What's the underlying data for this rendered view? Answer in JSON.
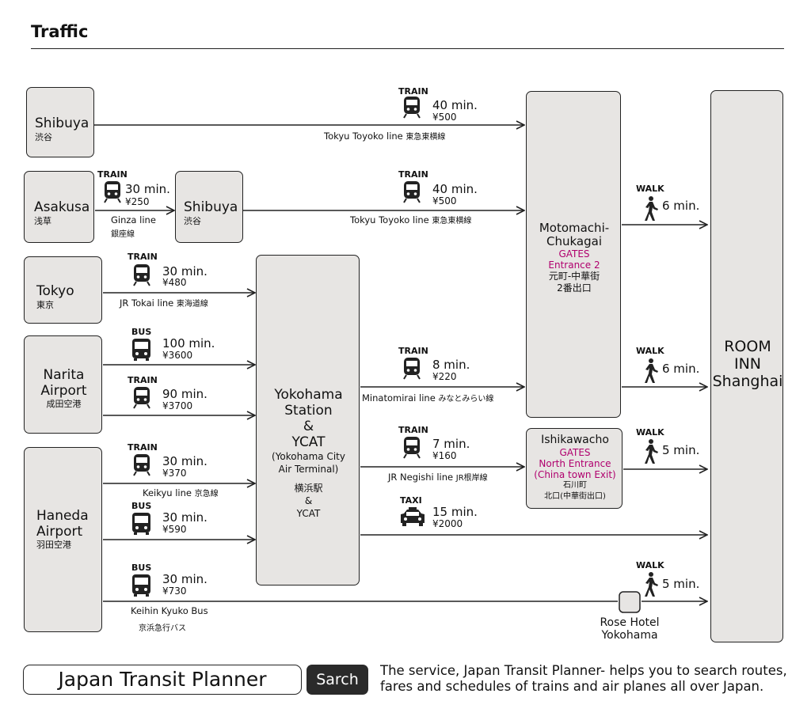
{
  "page": {
    "title": "Traffic"
  },
  "origins": {
    "shibuya": {
      "en": "Shibuya",
      "jp": "渋谷"
    },
    "asakusa": {
      "en": "Asakusa",
      "jp": "浅草"
    },
    "shibuya2": {
      "en": "Shibuya",
      "jp": "渋谷"
    },
    "tokyo": {
      "en": "Tokyo",
      "jp": "東京"
    },
    "narita": {
      "en1": "Narita",
      "en2": "Airport",
      "jp": "成田空港"
    },
    "haneda": {
      "en1": "Haneda",
      "en2": "Airport",
      "jp": "羽田空港"
    }
  },
  "hubs": {
    "yokohama": {
      "l1": "Yokohama",
      "l2": "Station",
      "l3": "&",
      "l4": "YCAT",
      "sub1": "(Yokohama City",
      "sub2": "Air Terminal)",
      "jp1": "横浜駅",
      "jp2": "&",
      "jp3": "YCAT"
    },
    "motomachi": {
      "l1": "Motomachi-",
      "l2": "Chukagai",
      "gates": "GATES",
      "entrance": "Entrance 2",
      "jp1": "元町-中華街",
      "jp2": "2番出口"
    },
    "ishikawacho": {
      "name": "Ishikawacho",
      "gates": "GATES",
      "entrance1": "North Entrance",
      "entrance2": "(China town Exit)",
      "jp1": "石川町",
      "jp2": "北口(中華街出口)"
    },
    "rose": {
      "l1": "Rose Hotel",
      "l2": "Yokohama"
    },
    "destination": {
      "l1": "ROOM",
      "l2": "INN",
      "l3": "Shanghai"
    }
  },
  "routes": {
    "r1": {
      "mode": "TRAIN",
      "time": "40 min.",
      "fare": "¥500",
      "line": "Tokyu Toyoko line",
      "jp": "東急東横線"
    },
    "r2": {
      "mode": "TRAIN",
      "time": "30 min.",
      "fare": "¥250",
      "line": "Ginza line",
      "jp": "銀座線"
    },
    "r3": {
      "mode": "TRAIN",
      "time": "40 min.",
      "fare": "¥500",
      "line": "Tokyu Toyoko line",
      "jp": "東急東横線"
    },
    "r4": {
      "mode": "TRAIN",
      "time": "30 min.",
      "fare": "¥480",
      "line": "JR Tokai line",
      "jp": "東海道線"
    },
    "r5": {
      "mode": "BUS",
      "time": "100 min.",
      "fare": "¥3600"
    },
    "r6": {
      "mode": "TRAIN",
      "time": "90 min.",
      "fare": "¥3700"
    },
    "r7": {
      "mode": "TRAIN",
      "time": "30 min.",
      "fare": "¥370",
      "line": "Keikyu line",
      "jp": "京急線"
    },
    "r8": {
      "mode": "BUS",
      "time": "30 min.",
      "fare": "¥590"
    },
    "r9": {
      "mode": "BUS",
      "time": "30 min.",
      "fare": "¥730",
      "line": "Keihin Kyuko Bus",
      "jp": "京浜急行バス"
    },
    "r10": {
      "mode": "TRAIN",
      "time": "8 min.",
      "fare": "¥220",
      "line": "Minatomirai line",
      "jp": "みなとみらい線"
    },
    "r11": {
      "mode": "TRAIN",
      "time": "7 min.",
      "fare": "¥160",
      "line": "JR Negishi line",
      "jp": "JR根岸線"
    },
    "r12": {
      "mode": "TAXI",
      "time": "15 min.",
      "fare": "¥2000"
    },
    "w1": {
      "mode": "WALK",
      "time": "6 min."
    },
    "w2": {
      "mode": "WALK",
      "time": "6 min."
    },
    "w3": {
      "mode": "WALK",
      "time": "5 min."
    },
    "w4": {
      "mode": "WALK",
      "time": "5 min."
    }
  },
  "footer": {
    "planner": "Japan Transit Planner",
    "search": "Sarch",
    "desc1": "The service, Japan Transit Planner- helps you to search routes,",
    "desc2": "fares and schedules of trains and air planes all over Japan."
  },
  "colors": {
    "box": "#e7e5e3",
    "line": "#222222",
    "accent": "#b0006e"
  },
  "icons": [
    "train-icon",
    "bus-icon",
    "taxi-icon",
    "walk-icon"
  ]
}
